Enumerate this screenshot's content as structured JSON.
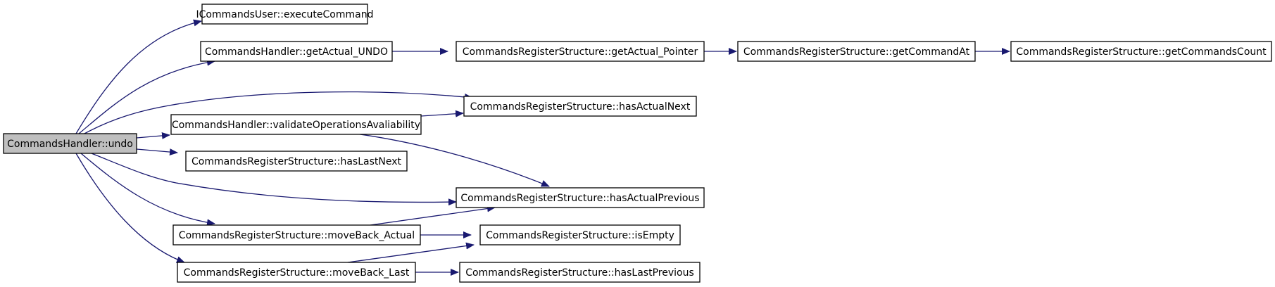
{
  "diagram": {
    "nodes": [
      {
        "id": "undo",
        "label": "CommandsHandler::undo",
        "highlighted": true
      },
      {
        "id": "executeCommand",
        "label": "ICommandsUser::executeCommand"
      },
      {
        "id": "getActualUndo",
        "label": "CommandsHandler::getActual_UNDO"
      },
      {
        "id": "getActualPointer",
        "label": "CommandsRegisterStructure::getActual_Pointer"
      },
      {
        "id": "getCommandAt",
        "label": "CommandsRegisterStructure::getCommandAt"
      },
      {
        "id": "getCommandsCount",
        "label": "CommandsRegisterStructure::getCommandsCount"
      },
      {
        "id": "hasActualNext",
        "label": "CommandsRegisterStructure::hasActualNext"
      },
      {
        "id": "validateOps",
        "label": "CommandsHandler::validateOperationsAvaliability"
      },
      {
        "id": "hasLastNext",
        "label": "CommandsRegisterStructure::hasLastNext"
      },
      {
        "id": "hasActualPrevious",
        "label": "CommandsRegisterStructure::hasActualPrevious"
      },
      {
        "id": "moveBackActual",
        "label": "CommandsRegisterStructure::moveBack_Actual"
      },
      {
        "id": "isEmpty",
        "label": "CommandsRegisterStructure::isEmpty"
      },
      {
        "id": "moveBackLast",
        "label": "CommandsRegisterStructure::moveBack_Last"
      },
      {
        "id": "hasLastPrevious",
        "label": "CommandsRegisterStructure::hasLastPrevious"
      }
    ],
    "edges": [
      {
        "from": "undo",
        "to": "executeCommand"
      },
      {
        "from": "undo",
        "to": "getActualUndo"
      },
      {
        "from": "undo",
        "to": "hasActualNext"
      },
      {
        "from": "undo",
        "to": "validateOps"
      },
      {
        "from": "undo",
        "to": "hasLastNext"
      },
      {
        "from": "undo",
        "to": "hasActualPrevious"
      },
      {
        "from": "undo",
        "to": "moveBackActual"
      },
      {
        "from": "undo",
        "to": "moveBackLast"
      },
      {
        "from": "getActualUndo",
        "to": "getActualPointer"
      },
      {
        "from": "getActualPointer",
        "to": "getCommandAt"
      },
      {
        "from": "getCommandAt",
        "to": "getCommandsCount"
      },
      {
        "from": "validateOps",
        "to": "hasActualNext"
      },
      {
        "from": "validateOps",
        "to": "hasActualPrevious"
      },
      {
        "from": "moveBackActual",
        "to": "hasActualPrevious"
      },
      {
        "from": "moveBackActual",
        "to": "isEmpty"
      },
      {
        "from": "moveBackLast",
        "to": "isEmpty"
      },
      {
        "from": "moveBackLast",
        "to": "hasLastPrevious"
      }
    ],
    "colors": {
      "edge": "#191970",
      "node_border": "#000000",
      "node_fill": "#ffffff",
      "highlight_fill": "#bfbfbf"
    }
  }
}
